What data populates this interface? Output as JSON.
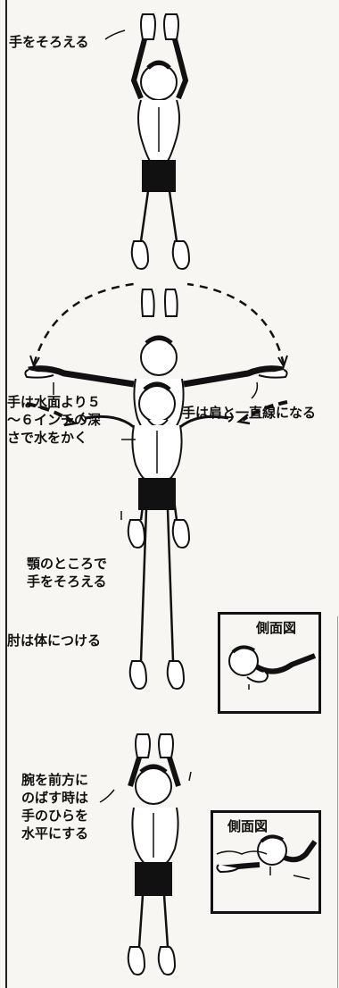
{
  "labels": {
    "hands_together": "手をそろえる",
    "hands_depth": [
      "手は水面より５",
      "～６インチの深",
      "さで水をかく"
    ],
    "hands_shoulder_line": "手は肩と一直線になる",
    "chin_hands": [
      "顎のところで",
      "手をそろえる"
    ],
    "elbow_body": "肘は体につける",
    "arm_forward": [
      "腕を前方に",
      "のばす時は",
      "手のひらを",
      "水平にする"
    ]
  },
  "insets": [
    {
      "title": "側面図"
    },
    {
      "title": "側面図"
    }
  ],
  "colors": {
    "ink": "#111111",
    "paper": "#f7f6f2"
  }
}
